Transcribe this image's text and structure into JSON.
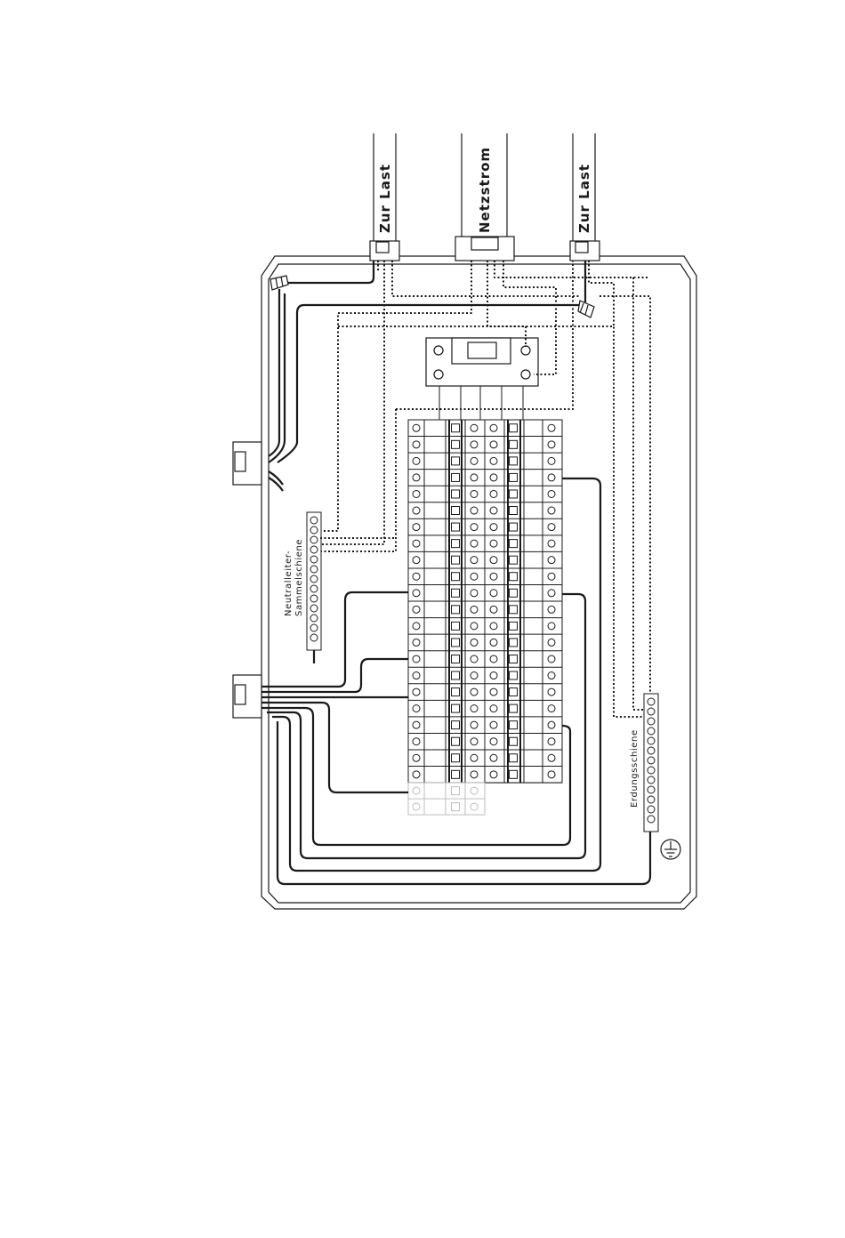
{
  "diagram": {
    "title": "",
    "cables": {
      "load_left": "Zur Last",
      "mains": "Netzstrom",
      "load_right": "Zur Last"
    },
    "neutral_bar": {
      "line1": "Neutralleiter-",
      "line2": "Sammelschiene"
    },
    "ground_bar": {
      "label": "Erdungsschiene"
    },
    "icons": [
      "ground-symbol-icon",
      "wire-nut-icon"
    ],
    "colors": {
      "line": "#1a1a1a",
      "background": "#ffffff",
      "ghost_breaker": "#bdbdbd"
    }
  }
}
